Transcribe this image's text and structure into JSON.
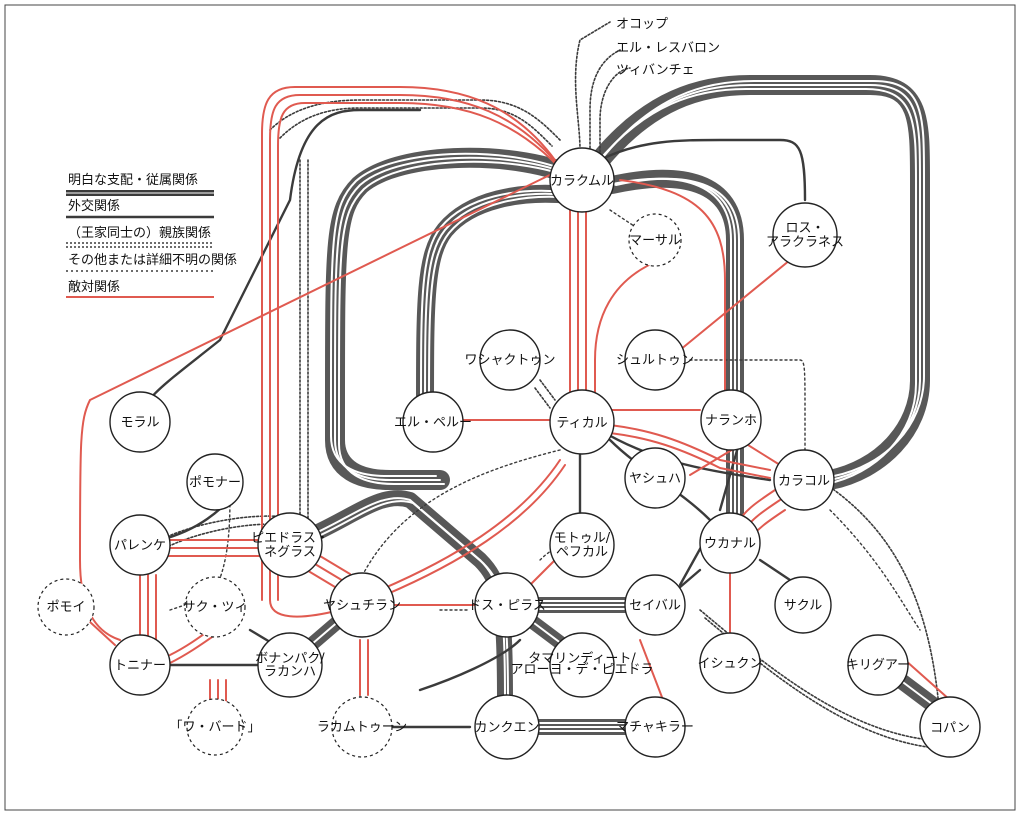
{
  "legend": [
    {
      "id": "dominance",
      "label": "明白な支配・従属関係",
      "style": "dominance"
    },
    {
      "id": "diplomacy",
      "label": "外交関係",
      "style": "diplomacy"
    },
    {
      "id": "kinship",
      "label": "（王家同士の）親族関係",
      "style": "kinship"
    },
    {
      "id": "other",
      "label": "その他または詳細不明の関係",
      "style": "other"
    },
    {
      "id": "hostile",
      "label": "敵対関係",
      "style": "hostile"
    }
  ],
  "external": [
    "オコップ",
    "エル・レスバロン",
    "ツィバンチェ"
  ],
  "nodes": [
    {
      "id": "calakmul",
      "label": "カラクムル",
      "dashed": false
    },
    {
      "id": "masal",
      "label": "マーサル",
      "dashed": true
    },
    {
      "id": "losalacranes",
      "label": "ロス・アラクラネス",
      "dashed": false
    },
    {
      "id": "xultun",
      "label": "シュルトゥン",
      "dashed": false
    },
    {
      "id": "uaxactun",
      "label": "ワシャクトゥン",
      "dashed": false
    },
    {
      "id": "moral",
      "label": "モラル",
      "dashed": false
    },
    {
      "id": "elperu",
      "label": "エル・ペルー",
      "dashed": false
    },
    {
      "id": "tikal",
      "label": "ティカル",
      "dashed": false
    },
    {
      "id": "naranjo",
      "label": "ナランホ",
      "dashed": false
    },
    {
      "id": "yaxha",
      "label": "ヤシュハ",
      "dashed": false
    },
    {
      "id": "caracol",
      "label": "カラコル",
      "dashed": false
    },
    {
      "id": "pomona",
      "label": "ポモナー",
      "dashed": false
    },
    {
      "id": "palenque",
      "label": "パレンケ",
      "dashed": false
    },
    {
      "id": "piedras",
      "label": "ピエドラス・ネグラス",
      "dashed": false
    },
    {
      "id": "motul",
      "label": "モトゥル/ペフカル",
      "dashed": false
    },
    {
      "id": "ucanal",
      "label": "ウカナル",
      "dashed": false
    },
    {
      "id": "pomoy",
      "label": "ポモイ",
      "dashed": true
    },
    {
      "id": "saktz",
      "label": "サク・ツィ",
      "dashed": true
    },
    {
      "id": "yaxchilan",
      "label": "ヤシュチラン",
      "dashed": false
    },
    {
      "id": "dospilas",
      "label": "ドス・ピラス",
      "dashed": false
    },
    {
      "id": "seibal",
      "label": "セイバル",
      "dashed": false
    },
    {
      "id": "sacul",
      "label": "サクル",
      "dashed": false
    },
    {
      "id": "tonina",
      "label": "トニナー",
      "dashed": false
    },
    {
      "id": "bonampak",
      "label": "ボナンパク/ラカンハ",
      "dashed": false
    },
    {
      "id": "tamarindito",
      "label": "タマリンディート/アローヨ・デ・ピエドラ",
      "dashed": false
    },
    {
      "id": "ixkun",
      "label": "イシュクン",
      "dashed": false
    },
    {
      "id": "quirigua",
      "label": "キリグアー",
      "dashed": false
    },
    {
      "id": "wabaj",
      "label": "「ワ・バード」",
      "dashed": true
    },
    {
      "id": "lacamtun",
      "label": "ラカムトゥーン",
      "dashed": true
    },
    {
      "id": "cancuen",
      "label": "カンクエン",
      "dashed": false
    },
    {
      "id": "machaquila",
      "label": "マチャキラー",
      "dashed": false
    },
    {
      "id": "copan",
      "label": "コパン",
      "dashed": false
    }
  ]
}
